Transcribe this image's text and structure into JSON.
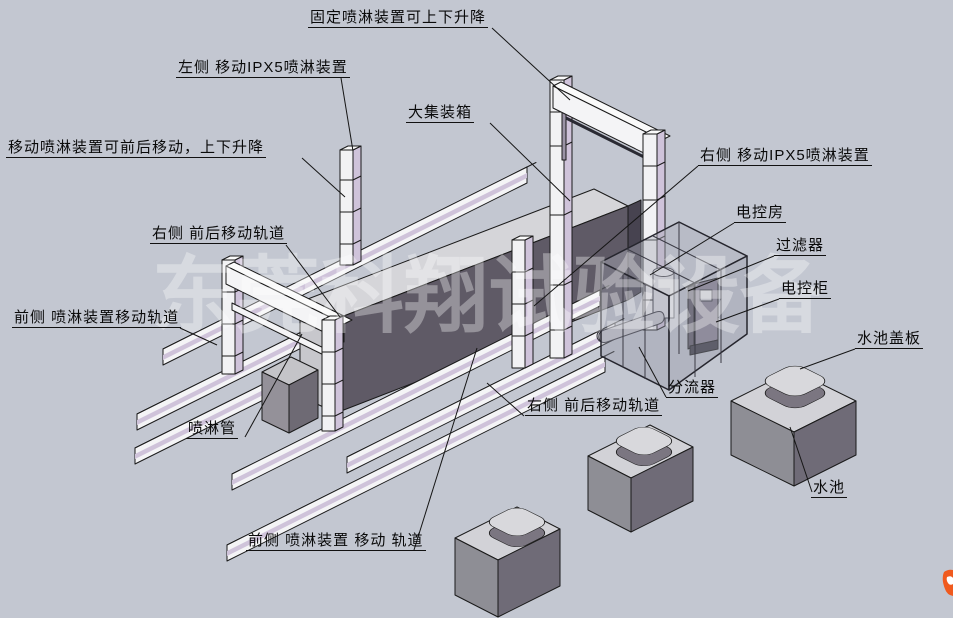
{
  "watermark": {
    "text": "东莞科翔试验设备"
  },
  "annotations": [
    {
      "id": "fixed-spray-lift",
      "text": "固定喷淋装置可上下升降"
    },
    {
      "id": "left-ipx5-spray",
      "text": "左侧 移动IPX5喷淋装置"
    },
    {
      "id": "mobile-spray-moves",
      "text": "移动喷淋装置可前后移动，上下升降"
    },
    {
      "id": "big-container",
      "text": "大集装箱"
    },
    {
      "id": "right-ipx5-spray",
      "text": "右侧 移动IPX5喷淋装置"
    },
    {
      "id": "electric-control-room",
      "text": "电控房"
    },
    {
      "id": "filter",
      "text": "过滤器"
    },
    {
      "id": "electric-cabinet",
      "text": "电控柜"
    },
    {
      "id": "pool-cover",
      "text": "水池盖板"
    },
    {
      "id": "pool",
      "text": "水池"
    },
    {
      "id": "right-track-upper",
      "text": "右侧 前后移动轨道"
    },
    {
      "id": "front-track-upper",
      "text": "前侧 喷淋装置移动轨道"
    },
    {
      "id": "spray-pipe",
      "text": "喷淋管"
    },
    {
      "id": "front-track-lower",
      "text": "前侧 喷淋装置 移动 轨道"
    },
    {
      "id": "right-track-lower",
      "text": "右侧 前后移动轨道"
    },
    {
      "id": "flow-divider",
      "text": "分流器"
    }
  ],
  "colors": {
    "background": "#c3c7d1",
    "rail_white": "#f4f4f6",
    "accent_lavender": "#cfc3da",
    "outline": "#1a1a1a",
    "container_top": "#d5d5d9",
    "container_front": "#5f5a66",
    "container_end": "#c7c7cc",
    "pool_top": "#d2d2d7",
    "pool_left": "#8e8e95",
    "pool_right": "#6f6b77",
    "glass": "rgba(150,152,168,0.40)",
    "logo_orange": "#f05a1e"
  }
}
